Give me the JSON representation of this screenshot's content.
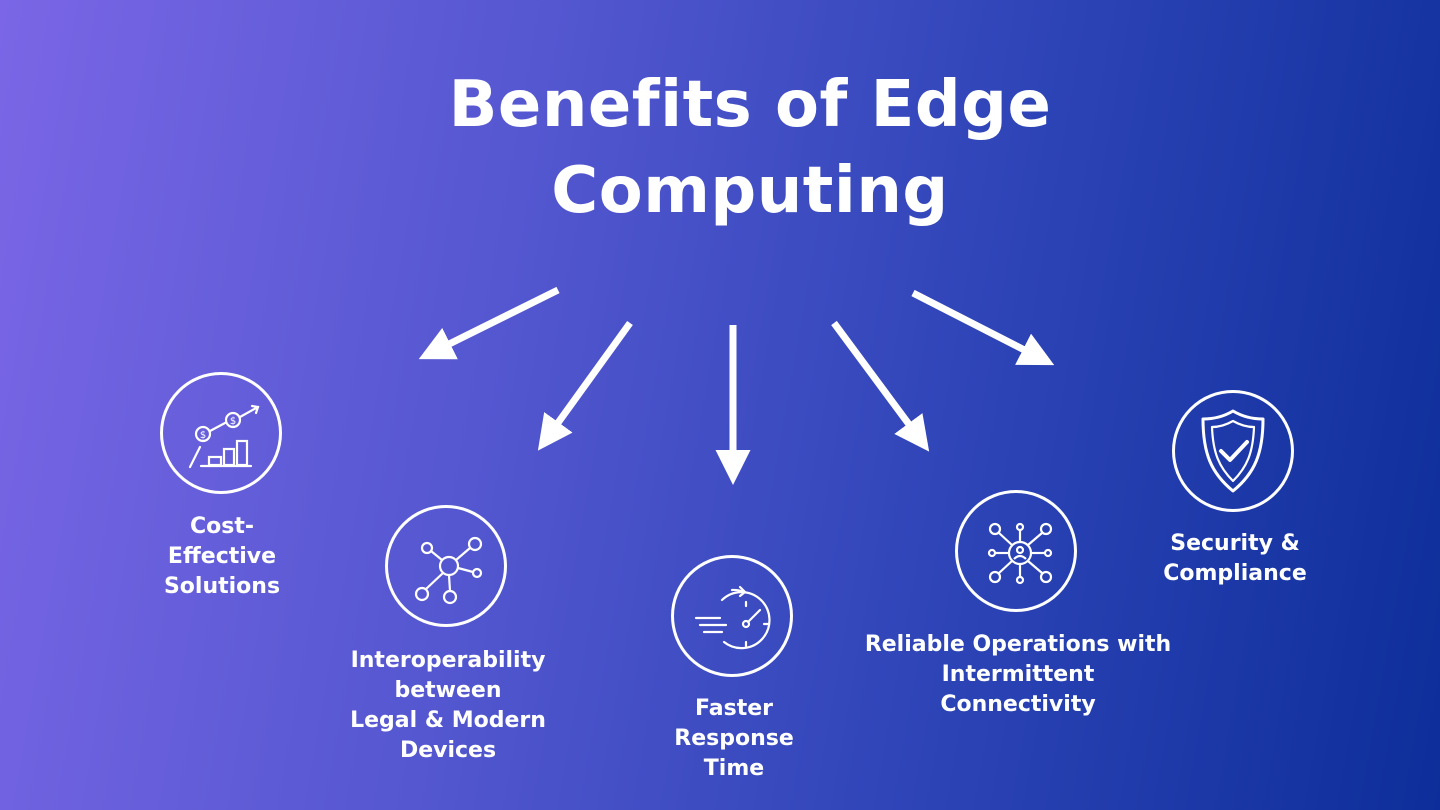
{
  "title": "Benefits of Edge Computing",
  "benefits": [
    {
      "label": "Cost-\nEffective\nSolutions",
      "icon": "cost-growth-icon"
    },
    {
      "label": "Interoperability\nbetween\nLegal & Modern\nDevices",
      "icon": "network-nodes-icon"
    },
    {
      "label": "Faster\nResponse\nTime",
      "icon": "speedometer-icon"
    },
    {
      "label": "Reliable Operations with\nIntermittent\nConnectivity",
      "icon": "connected-user-icon"
    },
    {
      "label": "Security &\nCompliance",
      "icon": "shield-check-icon"
    }
  ],
  "colors": {
    "accent": "#ffffff",
    "gradient_start": "#7a66e6",
    "gradient_end": "#0d2e9a"
  }
}
